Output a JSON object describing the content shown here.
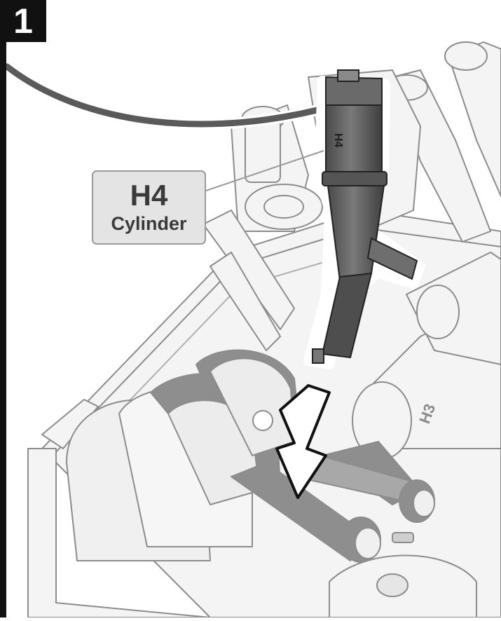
{
  "step": {
    "number": "1"
  },
  "callout": {
    "title": "H4",
    "subtitle": "Cylinder"
  },
  "part_marks": {
    "cylinder_mark": "H4",
    "roller_mark": "H3"
  },
  "colors": {
    "outline": "#8c8c8c",
    "part_fill": "#f4f4f4",
    "dark_part": "#5a5a5a",
    "mid_part": "#8e8e8e",
    "badge": "#111111",
    "callout_bg": "#e4e4e4"
  },
  "icons": {
    "arrow": "down-arrow-icon"
  }
}
